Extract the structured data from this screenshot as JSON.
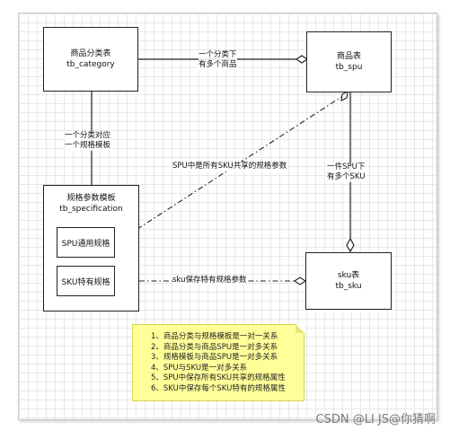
{
  "entities": {
    "category": {
      "line1": "商品分类表",
      "line2": "tb_category"
    },
    "spu": {
      "line1": "商品表",
      "line2": "tb_spu"
    },
    "specification": {
      "line1": "规格参数模板",
      "line2": "tb_specification"
    },
    "sku": {
      "line1": "sku表",
      "line2": "tb_sku"
    }
  },
  "sub_boxes": {
    "spu_spec": "SPU通用规格",
    "sku_spec": "SKU特有规格"
  },
  "edge_labels": {
    "category_spu": {
      "line1": "一个分类下",
      "line2": "有多个商品"
    },
    "category_spec": {
      "line1": "一个分类对应",
      "line2": "一个规格模板"
    },
    "spu_sku": {
      "line1": "一件SPU下",
      "line2": "有多个SKU"
    },
    "spec_spu_shared": "SPU中是所有SKU共享的规格参数",
    "spec_sku_unique": "sku保存特有规格参数"
  },
  "note": [
    "1、商品分类与规格模板是一对一关系",
    "2、商品分类与商品SPU是一对多关系",
    "3、规格模板与商品SPU是一对多关系",
    "4、SPU与SKU是一对多关系",
    "5、SPU中保存所有SKU共享的规格属性",
    "6、SKU中保存每个SKU特有的规格属性"
  ],
  "watermark": "CSDN @LI JS@你猜啊",
  "colors": {
    "line": "#222222",
    "note_bg": "#ffff99",
    "grid": "#e8e8e8"
  }
}
